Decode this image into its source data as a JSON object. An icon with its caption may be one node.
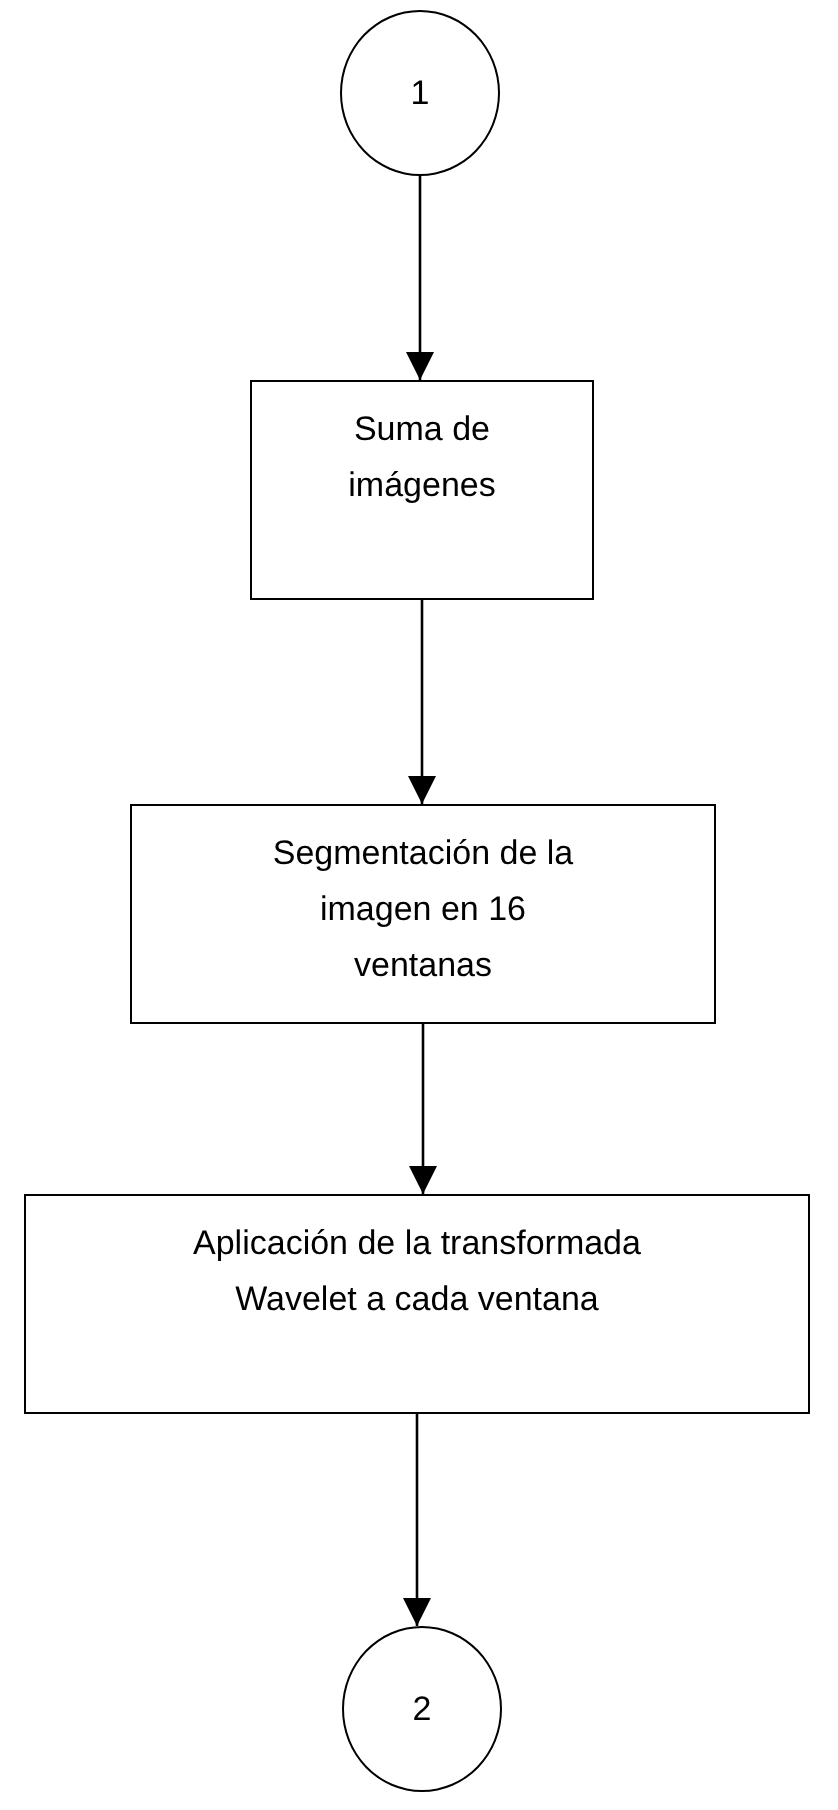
{
  "diagram": {
    "nodes": [
      {
        "text": [
          "1"
        ]
      },
      {
        "text": [
          "Suma de imágenes"
        ]
      },
      {
        "text": [
          "Segmentación de la imagen en 16 ventanas"
        ]
      },
      {
        "text": [
          "Aplicación de la transformada Wavelet a cada ventana"
        ]
      },
      {
        "text": [
          "2"
        ]
      }
    ],
    "edges": [
      {
        "from": 0,
        "to": 1,
        "arrow": "to"
      },
      {
        "from": 1,
        "to": 2,
        "arrow": "to"
      },
      {
        "from": 2,
        "to": 3,
        "arrow": "to"
      },
      {
        "from": 3,
        "to": 4,
        "arrow": "to"
      }
    ]
  }
}
